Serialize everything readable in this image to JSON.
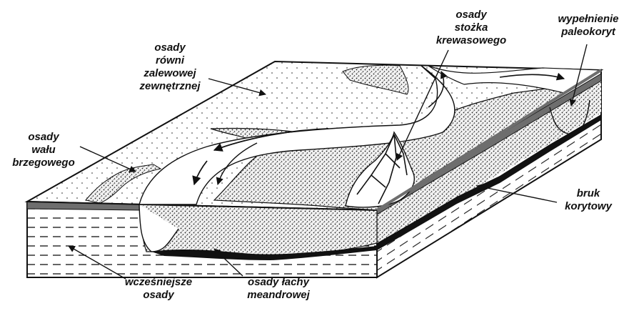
{
  "diagram": {
    "labels": {
      "floodplain": [
        "osady",
        "równi",
        "zalewowej",
        "zewnętrznej"
      ],
      "levee": [
        "osady",
        "wału",
        "brzegowego"
      ],
      "splay": [
        "osady",
        "stożka",
        "krewasowego"
      ],
      "paleochannel": [
        "wypełnienie",
        "paleokoryt"
      ],
      "lag": [
        "bruk",
        "korytowy"
      ],
      "older": [
        "wcześniejsze",
        "osady"
      ],
      "pointbar": [
        "osady łachy",
        "meandrowej"
      ]
    },
    "colors": {
      "line": "#111111",
      "sand_fill": "#ffffff",
      "stipple_dense": "#1a1a1a",
      "lag_black": "#111111",
      "clay_grey": "#6e6e6e"
    }
  }
}
